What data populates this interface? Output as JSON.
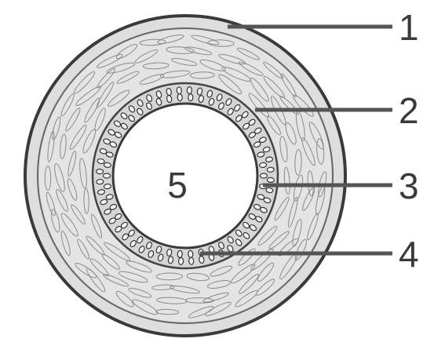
{
  "labels": [
    {
      "id": "1",
      "text": "1"
    },
    {
      "id": "2",
      "text": "2"
    },
    {
      "id": "3",
      "text": "3"
    },
    {
      "id": "4",
      "text": "4"
    }
  ],
  "lumen_label": "5",
  "colors": {
    "outline": "#3a3a3a",
    "tissue": "#dcdcdc",
    "fiber": "#8a8a8a",
    "lumen": "#ffffff",
    "leader": "#555555"
  }
}
